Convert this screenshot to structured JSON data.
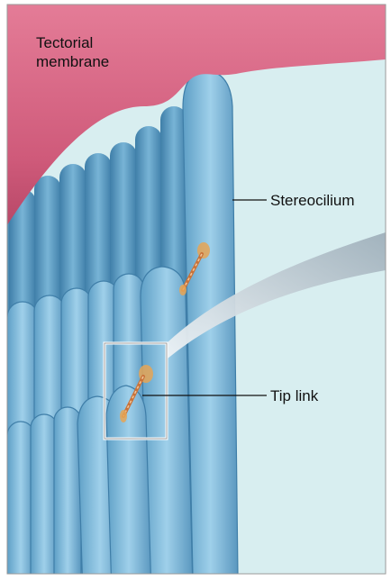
{
  "labels": {
    "tectorial_line1": "Tectorial",
    "tectorial_line2": "membrane",
    "stereocilium": "Stereocilium",
    "tip_link": "Tip link"
  },
  "colors": {
    "background_fluid": "#d8eef0",
    "tectorial_membrane": "#dd6f8c",
    "stereocilia": "#79b6d6",
    "stereocilia_dark": "#4f8db3",
    "tip_link": "#c9733a",
    "insertion_plaque": "#e6a455",
    "callout_zoom": "#a9b8c1"
  },
  "icons": [
    "zoom-callout",
    "tip-link-strand"
  ]
}
